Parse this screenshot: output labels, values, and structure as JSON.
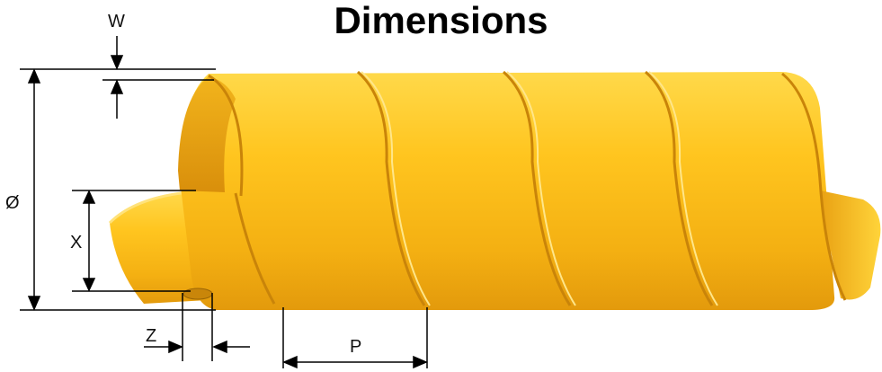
{
  "title": "Dimensions",
  "labels": {
    "w": "W",
    "diameter": "Ø",
    "x": "X",
    "z": "Z",
    "p": "P"
  },
  "colors": {
    "wrap_main": "#F9C21B",
    "wrap_light": "#FFE27A",
    "wrap_dark": "#D9900C",
    "wrap_inner": "#E9A615",
    "dimension_lines": "#000000"
  }
}
